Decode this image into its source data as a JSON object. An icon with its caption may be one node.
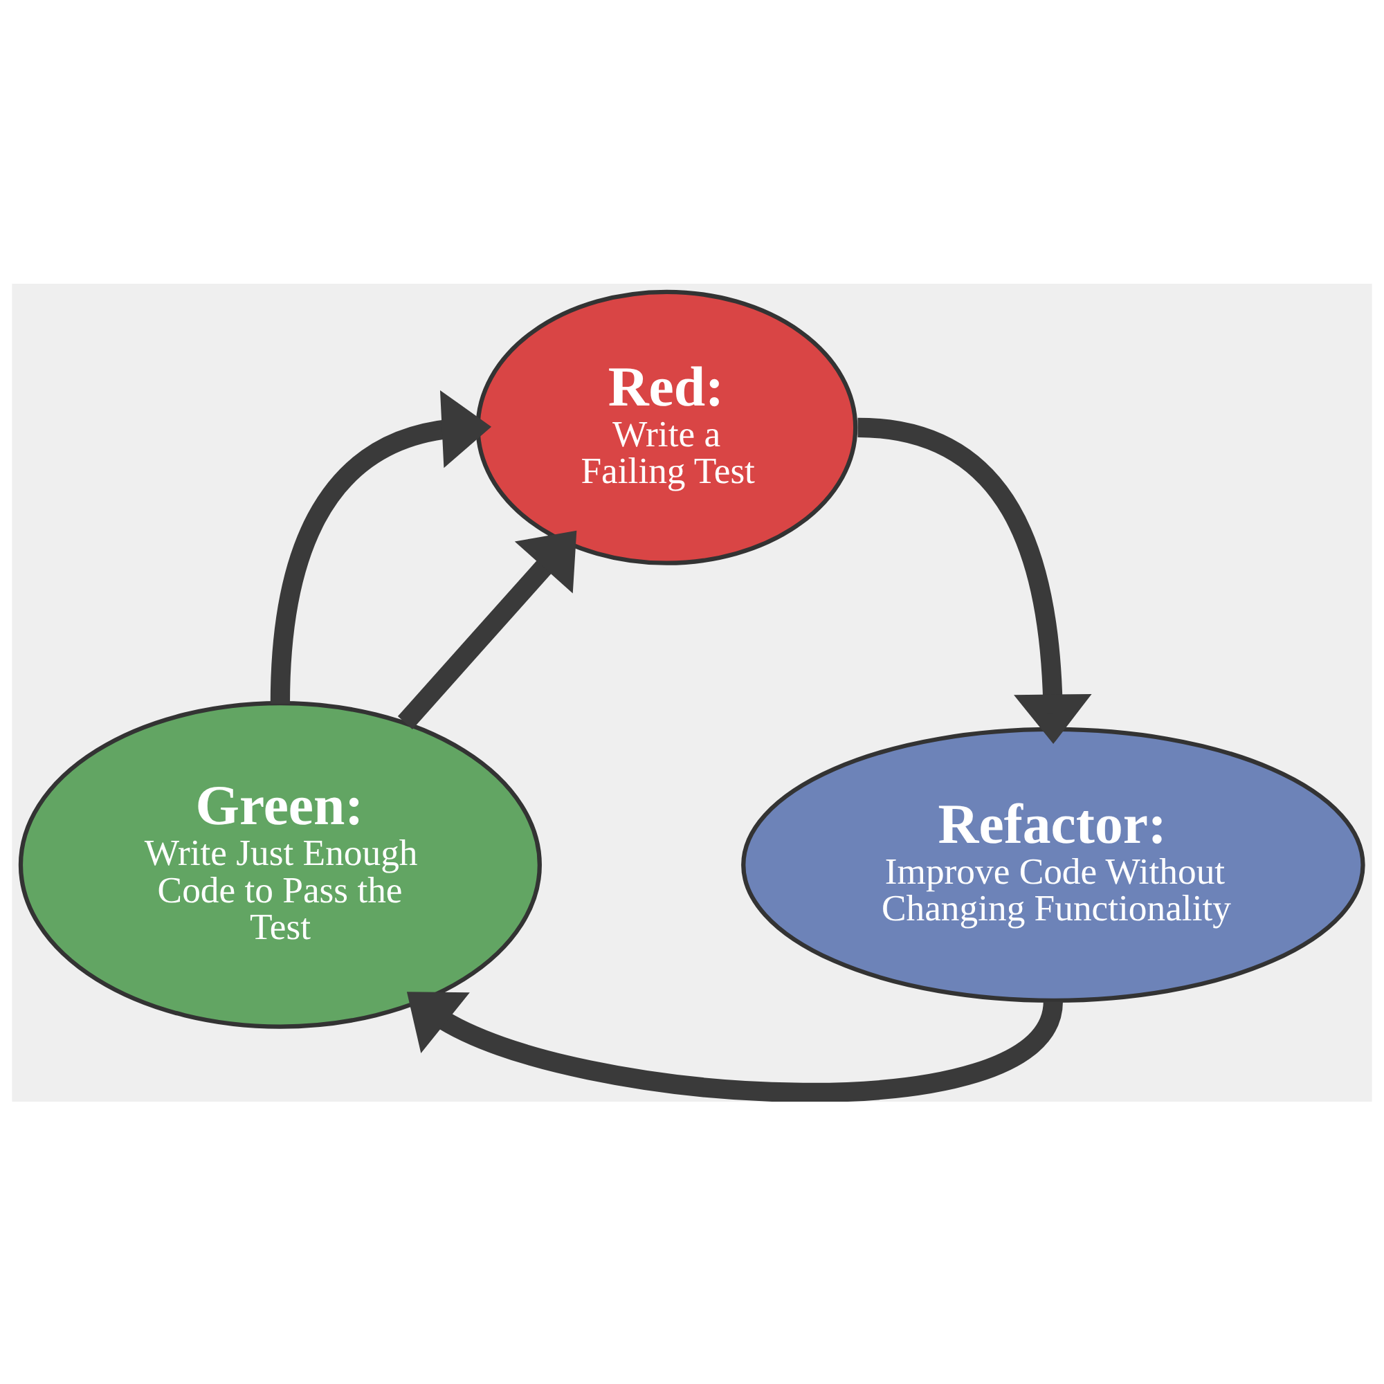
{
  "diagram": {
    "nodes": [
      {
        "text": [
          "Red:",
          "Write a Failing Test"
        ]
      },
      {
        "text": [
          "Green:",
          "Write Just Enough Code to Pass the Test"
        ]
      },
      {
        "text": [
          "Refactor:",
          "Improve Code Without Changing Functionality"
        ]
      }
    ],
    "edges": [
      {
        "from": 0,
        "to": 2,
        "arrow": "to"
      },
      {
        "from": 2,
        "to": 1,
        "arrow": "to"
      },
      {
        "from": 1,
        "to": 0,
        "arrow": "to"
      },
      {
        "from": 1,
        "to": 0,
        "arrow": "to"
      }
    ]
  }
}
